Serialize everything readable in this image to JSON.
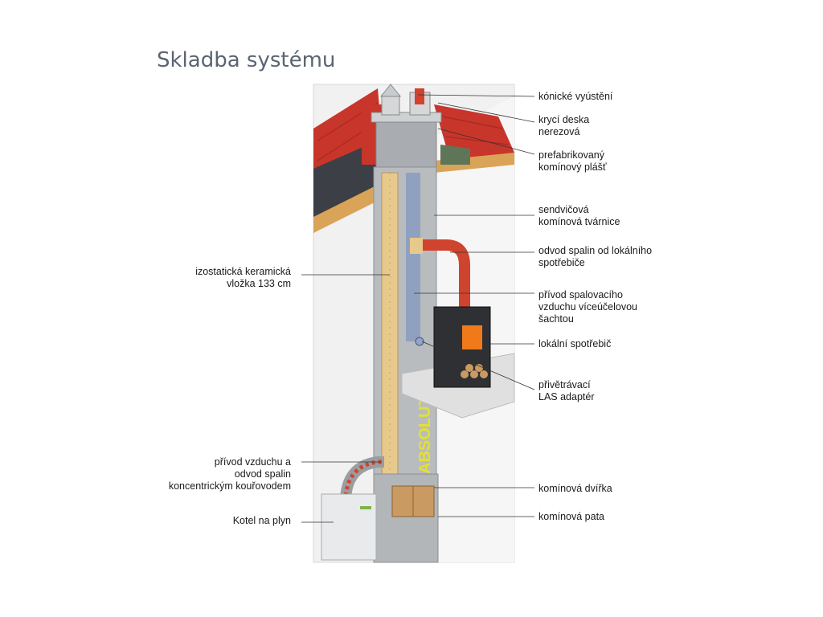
{
  "title": "Skladba systému",
  "brand_text": "ABSOLUT",
  "labels_right": [
    {
      "id": "conical-outlet",
      "lines": [
        "kónické vyústění"
      ]
    },
    {
      "id": "cover-plate",
      "lines": [
        "krycí deska",
        "nerezová"
      ]
    },
    {
      "id": "prefab-casing",
      "lines": [
        "prefabrikovaný",
        "komínový plášť"
      ]
    },
    {
      "id": "sandwich-block",
      "lines": [
        "sendvičová",
        "komínová tvárnice"
      ]
    },
    {
      "id": "flue-outlet",
      "lines": [
        "odvod spalin od lokálního",
        "spotřebiče"
      ]
    },
    {
      "id": "air-supply-shaft",
      "lines": [
        "přívod spalovacího",
        "vzduchu víceúčelovou",
        "šachtou"
      ]
    },
    {
      "id": "local-appliance",
      "lines": [
        "lokální spotřebič"
      ]
    },
    {
      "id": "las-adapter",
      "lines": [
        "přivětrávací",
        "LAS adaptér"
      ]
    },
    {
      "id": "chimney-door",
      "lines": [
        "komínová dvířka"
      ]
    },
    {
      "id": "chimney-base",
      "lines": [
        "komínová pata"
      ]
    }
  ],
  "labels_left": [
    {
      "id": "ceramic-liner",
      "lines": [
        "izostatická keramická",
        "vložka 133 cm"
      ]
    },
    {
      "id": "concentric-flue",
      "lines": [
        "přívod vzduchu a",
        "odvod spalin",
        "koncentrickým kouřovodem"
      ]
    },
    {
      "id": "gas-boiler",
      "lines": [
        "Kotel na plyn"
      ]
    }
  ],
  "colors": {
    "roof": "#c8352b",
    "concrete": "#b9bcbf",
    "liner": "#e8c98c",
    "wall": "#f0f0f0",
    "fire": "#f07a1a",
    "accent": "#e5e12a"
  }
}
